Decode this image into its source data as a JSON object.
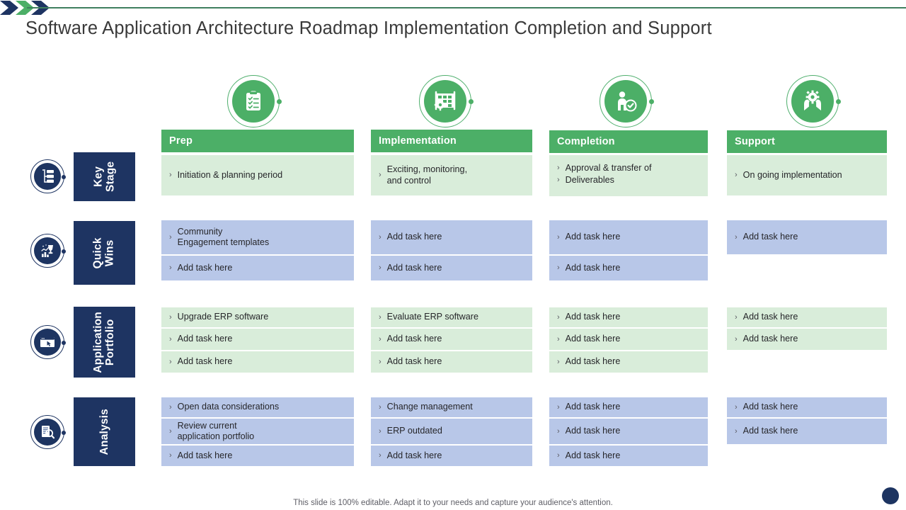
{
  "brand": {
    "logo_icon": "triple-chevron-logo",
    "navy": "#1e3462",
    "green": "#4caf67",
    "light_green": "#d9edda",
    "light_blue": "#b8c7e8"
  },
  "header": {
    "title": "Software Application Architecture Roadmap Implementation Completion and Support"
  },
  "columns": [
    {
      "label": "Prep",
      "icon": "clipboard-checklist-icon"
    },
    {
      "label": "Implementation",
      "icon": "blueprint-gear-icon"
    },
    {
      "label": "Completion",
      "icon": "person-check-icon"
    },
    {
      "label": "Support",
      "icon": "hands-gear-icon"
    }
  ],
  "rows": [
    {
      "label": "Key\nStage",
      "icon": "flowchart-icon",
      "tone": "green",
      "cells": [
        [
          "Initiation  & planning  period"
        ],
        [
          "Exciting, monitoring,\nand control"
        ],
        [
          "Approval  & transfer of",
          "Deliverables"
        ],
        [
          "On going  implementation"
        ]
      ]
    },
    {
      "label": "Quick\nWins",
      "icon": "trophy-growth-icon",
      "tone": "blue",
      "cells": [
        [
          "Community\nEngagement templates",
          " Add task here"
        ],
        [
          "Add task here",
          "Add task here"
        ],
        [
          "Add task here",
          "Add task here"
        ],
        [
          "Add task here"
        ]
      ]
    },
    {
      "label": "Application\nPortfolio",
      "icon": "browser-cursor-icon",
      "tone": "green",
      "cells": [
        [
          "Upgrade ERP software",
          "Add task here",
          "Add task here"
        ],
        [
          "Evaluate ERP software",
          "Add task here",
          "Add task here"
        ],
        [
          "Add task here",
          "Add task here",
          "Add task here"
        ],
        [
          "Add task here",
          "Add task here"
        ]
      ]
    },
    {
      "label": "Analysis",
      "icon": "document-search-icon",
      "tone": "blue",
      "cells": [
        [
          "Open data considerations",
          "Review current\napplication  portfolio",
          "Add task here"
        ],
        [
          "Change management",
          "ERP outdated",
          "Add task here"
        ],
        [
          "Add task here",
          "Add task here",
          "Add task here"
        ],
        [
          "Add task here",
          "Add task here"
        ]
      ]
    }
  ],
  "bullet_glyph": "›",
  "footer": {
    "note": "This slide is 100% editable. Adapt it to your needs and capture your audience's attention."
  }
}
